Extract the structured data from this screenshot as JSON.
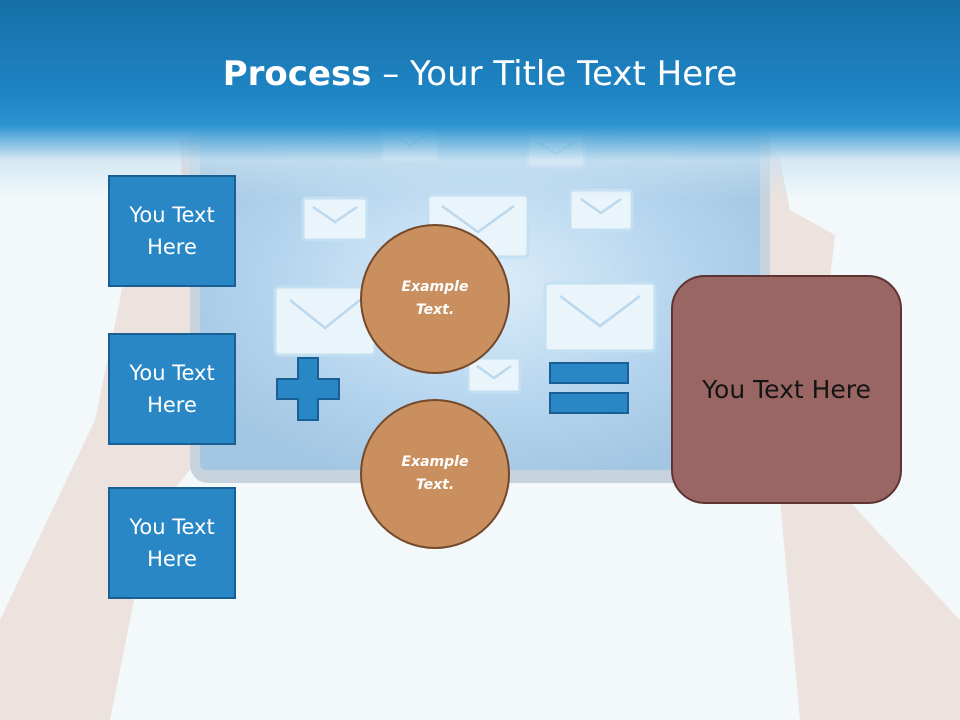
{
  "slide": {
    "title_bold": "Process",
    "title_rest": " – Your Title Text Here",
    "left_boxes": [
      {
        "label": "You Text Here"
      },
      {
        "label": "You Text Here"
      },
      {
        "label": "You Text Here"
      }
    ],
    "circles": [
      {
        "label": "Example Text."
      },
      {
        "label": "Example Text."
      }
    ],
    "result_label": "You Text Here",
    "operators": [
      "plus-icon",
      "equals-icon"
    ],
    "background_icons": [
      "envelope-icon"
    ]
  },
  "colors": {
    "title_band": "#1e85c4",
    "box_blue": "#2a87c6",
    "box_blue_border": "#1a5f94",
    "circle_tan": "#c98f5e",
    "circle_border": "#74482a",
    "result_box": "#9a6663",
    "result_border": "#5e3433"
  }
}
